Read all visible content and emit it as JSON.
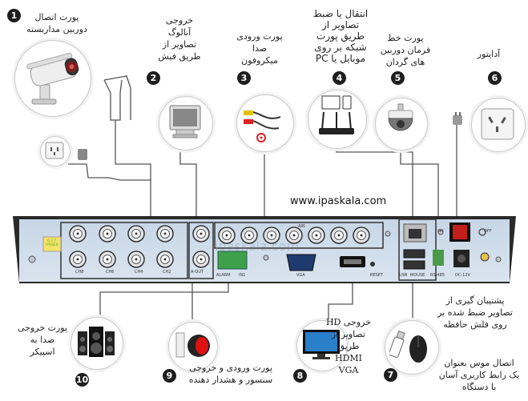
{
  "website": "www.ipaskala.com",
  "watermark": "ipaskala.com",
  "callouts": [
    {
      "number": "1",
      "text": "پورت اتصال\nدوربین مداربسته"
    },
    {
      "number": "2",
      "text": "خروجی\nآنالوگ\nتصاویر از\nطریق فیش"
    },
    {
      "number": "3",
      "text": "پورت ورودی\nصدا\nمیکروفون"
    },
    {
      "number": "4",
      "text": "انتقال یا ضبط\nتصاویر از\nطریق پورت\nشبکه بر روی\nموبایل یا PC"
    },
    {
      "number": "5",
      "text": "پورت خط\nفرمان دوربین\nهای گردان"
    },
    {
      "number": "6",
      "text": "آداپتور"
    },
    {
      "number": "7",
      "text": "پشتیبان گیری از\nتصاویر ضبط شده بر\nروی فلش حافظه",
      "text2": "اتصال موس بعنوان\nیک رابط کاربری آسان\nبا دستگاه"
    },
    {
      "number": "8",
      "text": "خروجی HD\nتصاویر از\nطریق\nHDMI\nVGA"
    },
    {
      "number": "9",
      "text": "پورت ورودی و خروجی\nسنسور و هشدار دهنده"
    },
    {
      "number": "10",
      "text": "پورت خروجی\nصدا به\nاسپیکر"
    }
  ],
  "panel_labels": {
    "ch8": "CH8",
    "ch6": "CH6",
    "ch4": "CH4",
    "ch2": "CH2",
    "aout": "A-OUT",
    "ain": "AIN",
    "alarm": "ALARM",
    "in1": "IN1",
    "vga": "VGA",
    "reset": "RESET",
    "usb": "USB",
    "mouse": "MOUSE",
    "rs485": "RS-485",
    "dc": "DC-12V",
    "off": "OFF",
    "on": "ON",
    "qc": "Q.C.T.\nPASSED"
  }
}
